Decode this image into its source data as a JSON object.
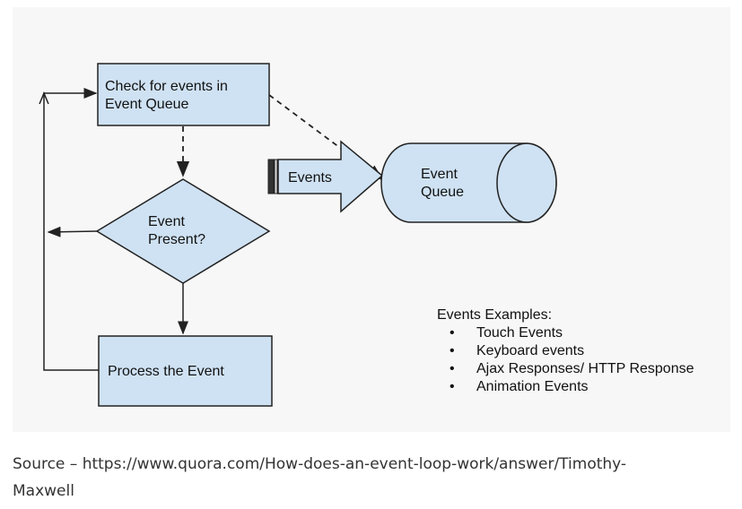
{
  "diagram": {
    "check_box": {
      "line1": "Check for events in",
      "line2": "Event Queue"
    },
    "decision": {
      "line1": "Event",
      "line2": "Present?"
    },
    "process_box": {
      "label": "Process the Event"
    },
    "events_arrow": {
      "label": "Events"
    },
    "queue": {
      "line1": "Event",
      "line2": "Queue"
    },
    "examples": {
      "title": "Events Examples:",
      "items": [
        "Touch Events",
        "Keyboard events",
        "Ajax Responses/ HTTP Response",
        "Animation Events"
      ]
    },
    "colors": {
      "fill": "#cfe2f3",
      "stroke": "#222222",
      "background": "#f7f7f7"
    }
  },
  "caption": {
    "line1": "Source – https://www.quora.com/How-does-an-event-loop-work/answer/Timothy-",
    "line2": "Maxwell"
  }
}
